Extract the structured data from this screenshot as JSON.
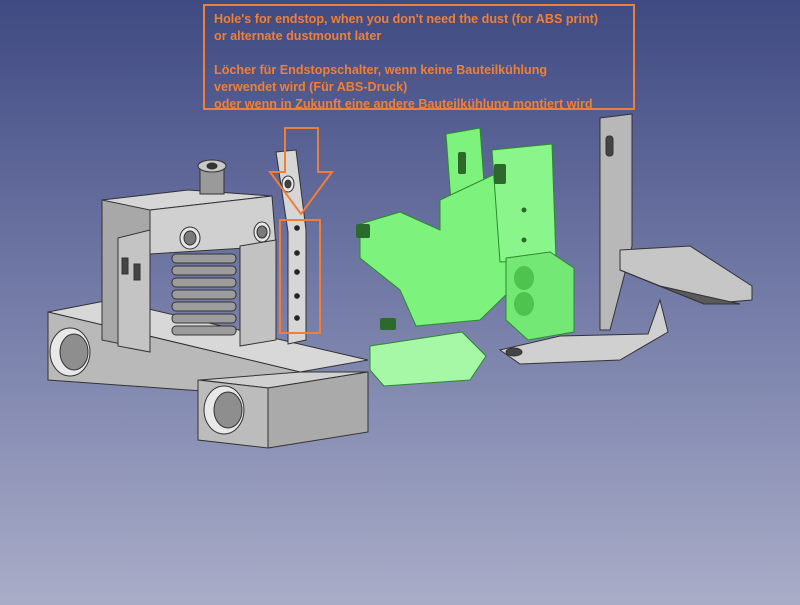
{
  "annotation": {
    "line_en_1": "Hole's for endstop, when you don't need the dust (for ABS print)",
    "line_en_2": "or alternate dustmount later",
    "line_de_1": "Löcher für Endstopschalter, wenn keine Bauteilkühlung",
    "line_de_2": "verwendet wird (Für ABS-Druck)",
    "line_de_3": "oder wenn in Zukunft eine andere Bauteilkühlung montiert wird",
    "color": "#f07f36"
  },
  "scene": {
    "background_top": "#3f4a82",
    "background_bottom": "#a9adc8",
    "selected_part_color": "#7df27d",
    "part_color": "#c9c9c9"
  }
}
